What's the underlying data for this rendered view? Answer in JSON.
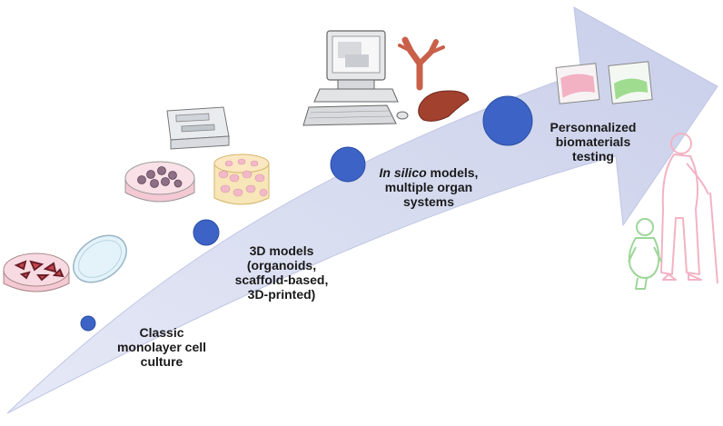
{
  "stages": [
    {
      "id": "classic",
      "lines": [
        "Classic",
        "monolayer cell",
        "culture"
      ]
    },
    {
      "id": "3d",
      "lines": [
        "3D models",
        "(organoids,",
        "scaffold-based,",
        "3D-printed)"
      ]
    },
    {
      "id": "insilico",
      "italic_prefix": "In silico",
      "first_line_rest": " models,",
      "lines": [
        "multiple organ",
        "systems"
      ]
    },
    {
      "id": "personalized",
      "lines": [
        "Personnalized",
        "biomaterials",
        "testing"
      ]
    }
  ],
  "colors": {
    "arrow": "#d4d8ee",
    "arrow_edge": "#bfc5e4",
    "dot": "#3d63c6",
    "dot_edge": "#2c4ea3",
    "figure_pink": "#f2b3c4",
    "figure_green": "#9ed69a"
  },
  "icons": [
    "petri-dish-cells-icon",
    "petri-dish-spheroids-icon",
    "scaffold-tissue-icon",
    "lab-instrument-icon",
    "computer-icon",
    "blood-vessel-icon",
    "liver-icon",
    "biomaterial-patch-pink-icon",
    "biomaterial-patch-green-icon",
    "elderly-person-icon",
    "child-icon"
  ]
}
